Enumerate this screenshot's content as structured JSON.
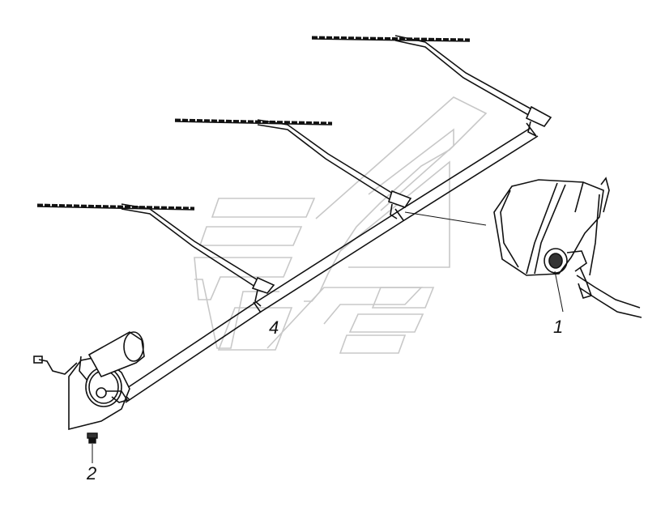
{
  "diagram": {
    "callouts": [
      {
        "id": "1",
        "label": "1"
      },
      {
        "id": "2",
        "label": "2"
      },
      {
        "id": "4",
        "label": "4"
      }
    ]
  },
  "colors": {
    "line": "#111111",
    "watermark": "#c8c8c8",
    "background": "#ffffff"
  }
}
